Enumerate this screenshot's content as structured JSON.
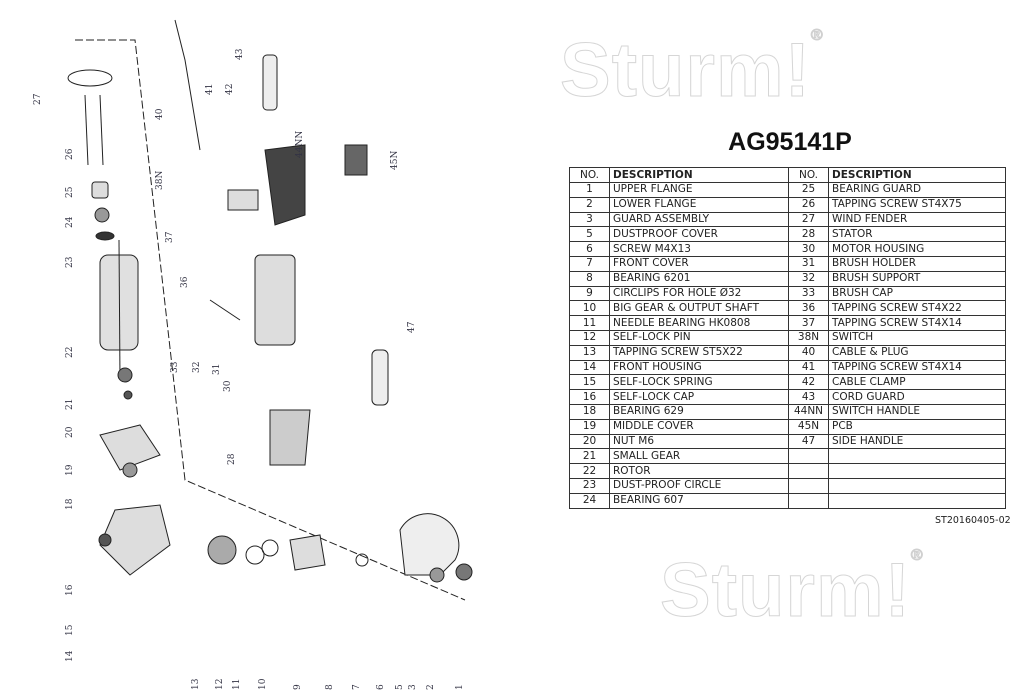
{
  "title": "AG95141P",
  "watermark": "Sturm!",
  "document_code": "ST20160405-02",
  "table": {
    "headers": {
      "no": "NO.",
      "description": "DESCRIPTION"
    },
    "left": [
      {
        "no": "1",
        "desc": "UPPER FLANGE"
      },
      {
        "no": "2",
        "desc": "LOWER FLANGE"
      },
      {
        "no": "3",
        "desc": "GUARD  ASSEMBLY"
      },
      {
        "no": "5",
        "desc": "DUSTPROOF COVER"
      },
      {
        "no": "6",
        "desc": "SCREW M4X13"
      },
      {
        "no": "7",
        "desc": "FRONT COVER"
      },
      {
        "no": "8",
        "desc": "BEARING 6201"
      },
      {
        "no": "9",
        "desc": "CIRCLIPS FOR HOLE Ø32"
      },
      {
        "no": "10",
        "desc": "BIG GEAR & OUTPUT SHAFT"
      },
      {
        "no": "11",
        "desc": "NEEDLE BEARING HK0808"
      },
      {
        "no": "12",
        "desc": "SELF-LOCK PIN"
      },
      {
        "no": "13",
        "desc": "TAPPING SCREW ST5X22"
      },
      {
        "no": "14",
        "desc": "FRONT HOUSING"
      },
      {
        "no": "15",
        "desc": "SELF-LOCK SPRING"
      },
      {
        "no": "16",
        "desc": "SELF-LOCK CAP"
      },
      {
        "no": "18",
        "desc": "BEARING 629"
      },
      {
        "no": "19",
        "desc": "MIDDLE COVER"
      },
      {
        "no": "20",
        "desc": "NUT M6"
      },
      {
        "no": "21",
        "desc": "SMALL GEAR"
      },
      {
        "no": "22",
        "desc": "ROTOR"
      },
      {
        "no": "23",
        "desc": "DUST-PROOF CIRCLE"
      },
      {
        "no": "24",
        "desc": "BEARING 607"
      }
    ],
    "right": [
      {
        "no": "25",
        "desc": "BEARING GUARD"
      },
      {
        "no": "26",
        "desc": "TAPPING SCREW ST4X75"
      },
      {
        "no": "27",
        "desc": "WIND FENDER"
      },
      {
        "no": "28",
        "desc": "STATOR"
      },
      {
        "no": "30",
        "desc": "MOTOR HOUSING"
      },
      {
        "no": "31",
        "desc": "BRUSH HOLDER"
      },
      {
        "no": "32",
        "desc": "BRUSH SUPPORT"
      },
      {
        "no": "33",
        "desc": "BRUSH CAP"
      },
      {
        "no": "36",
        "desc": "TAPPING SCREW ST4X22"
      },
      {
        "no": "37",
        "desc": "TAPPING SCREW ST4X14"
      },
      {
        "no": "38N",
        "desc": "SWITCH"
      },
      {
        "no": "40",
        "desc": "CABLE & PLUG"
      },
      {
        "no": "41",
        "desc": "TAPPING SCREW ST4X14"
      },
      {
        "no": "42",
        "desc": "CABLE CLAMP"
      },
      {
        "no": "43",
        "desc": "CORD GUARD"
      },
      {
        "no": "44NN",
        "desc": "SWITCH HANDLE"
      },
      {
        "no": "45N",
        "desc": "PCB"
      },
      {
        "no": "47",
        "desc": "SIDE HANDLE"
      }
    ]
  },
  "callouts": [
    "27",
    "26",
    "25",
    "24",
    "23",
    "22",
    "21",
    "20",
    "19",
    "18",
    "16",
    "15",
    "14",
    "13",
    "12",
    "11",
    "10",
    "9",
    "8",
    "7",
    "6",
    "5",
    "3",
    "2",
    "1",
    "40",
    "41",
    "42",
    "43",
    "44NN",
    "45N",
    "38N",
    "37",
    "36",
    "33",
    "32",
    "31",
    "30",
    "28",
    "47"
  ]
}
